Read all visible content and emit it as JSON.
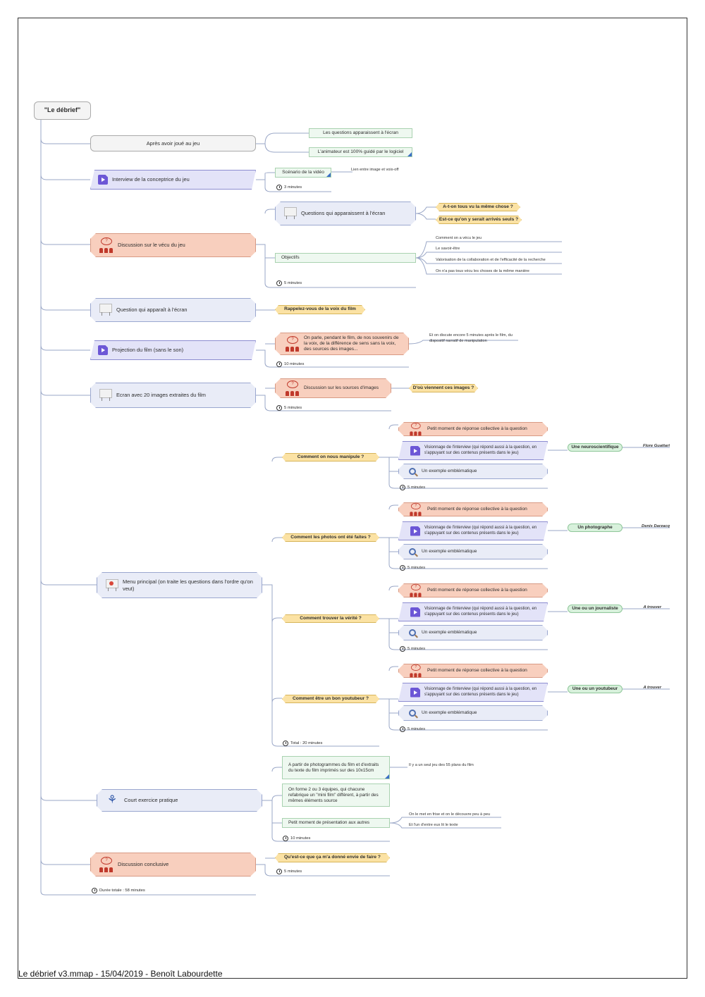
{
  "root": "\"Le débrief\"",
  "footer": "Le débrief v3.mmap - 15/04/2019 - Benoît Labourdette",
  "apres": {
    "label": "Après avoir joué au jeu",
    "subs": [
      "Les questions apparaissent à l'écran",
      "L'animateur est 100% guidé par le logiciel"
    ]
  },
  "interview": {
    "label": "Interview de la conceptrice du jeu",
    "scenario": "Scénario de la vidéo",
    "scenario_note": "Lien entre image et voix-off",
    "time": "3 minutes"
  },
  "discussion_vecu": {
    "label": "Discussion sur le vécu du jeu",
    "questions": "Questions qui apparaissent à l'écran",
    "q_tags": [
      "A-t-on tous vu la même chose ?",
      "Est-ce qu'on y serait arrivés seuls ?"
    ],
    "objectifs": "Objectifs",
    "obj_notes": [
      "Comment on a vécu le jeu",
      "Le savoir-être",
      "Valorisation de la collaboration et de l'efficacité de la recherche",
      "On n'a pas tous vécu les choses de la même manière"
    ],
    "time": "5 minutes"
  },
  "question_ecran": {
    "label": "Question qui apparaît à l'écran",
    "tag": "Rappelez-vous de la voix du film"
  },
  "projection": {
    "label": "Projection du film (sans le son)",
    "child": "On parle, pendant le film, de nos souvenirs de la voix, de la différence de sens sans la voix, des sources des images...",
    "note": "Et on discute encore 5 minutes après le film, du dispositif narratif de manipulation",
    "time": "10 minutes"
  },
  "ecran20": {
    "label": "Ecran avec 20 images extraites du film",
    "child": "Discussion sur les sources d'images",
    "tag": "D'où viennent ces images ?",
    "time": "5 minutes"
  },
  "menu": {
    "label": "Menu principal (on traite les questions dans l'ordre qu'on veut)",
    "total": "Total : 20 minutes",
    "branches": [
      {
        "question": "Comment on nous manipule ?",
        "reponse": "Petit moment de réponse collective à la question",
        "visio": "Visionnage de l'interview (qui répond aussi à la question, en s'appuyant sur des contenus présents dans le jeu)",
        "role": "Une neuroscientifique",
        "person": "Flore Guattari",
        "exemple": "Un exemple emblématique",
        "time": "5 minutes"
      },
      {
        "question": "Comment les photos ont été faites ?",
        "reponse": "Petit moment de réponse collective à la question",
        "visio": "Visionnage de l'interview (qui répond aussi à la question, en s'appuyant sur des contenus présents dans le jeu)",
        "role": "Un photographe",
        "person": "Denis Darzacq",
        "exemple": "Un exemple emblématique",
        "time": "5 minutes"
      },
      {
        "question": "Comment trouver la vérité ?",
        "reponse": "Petit moment de réponse collective à la question",
        "visio": "Visionnage de l'interview (qui répond aussi à la question, en s'appuyant sur des contenus présents dans le jeu)",
        "role": "Une ou un journaliste",
        "person": "A trouver",
        "exemple": "Un exemple emblématique",
        "time": "5 minutes"
      },
      {
        "question": "Comment être un bon youtubeur ?",
        "reponse": "Petit moment de réponse collective à la question",
        "visio": "Visionnage de l'interview (qui répond aussi à la question, en s'appuyant sur des contenus présents dans le jeu)",
        "role": "Une ou un youtubeur",
        "person": "A trouver",
        "exemple": "Un exemple emblématique",
        "time": "5 minutes"
      }
    ]
  },
  "exercice": {
    "label": "Court exercice pratique",
    "items": [
      "A partir de photogrammes du film et d'extraits du texte du film imprimés sur des 10x15cm",
      "On forme 2 ou 3 équipes, qui chacune refabrique un \"mini film\" différent, à partir des mêmes éléments source",
      "Petit moment de présentation aux autres"
    ],
    "note1": "Il y a un seul jeu des 55 plans du film",
    "note2a": "On le met en frise et on le découvre peu à peu",
    "note2b": "Et l'un d'entre eux lit le texte",
    "time": "10 minutes"
  },
  "conclusive": {
    "label": "Discussion conclusive",
    "tag": "Qu'est-ce que ça m'a donné envie de faire ?",
    "time": "5 minutes"
  },
  "total": "Durée totale : 58 minutes"
}
